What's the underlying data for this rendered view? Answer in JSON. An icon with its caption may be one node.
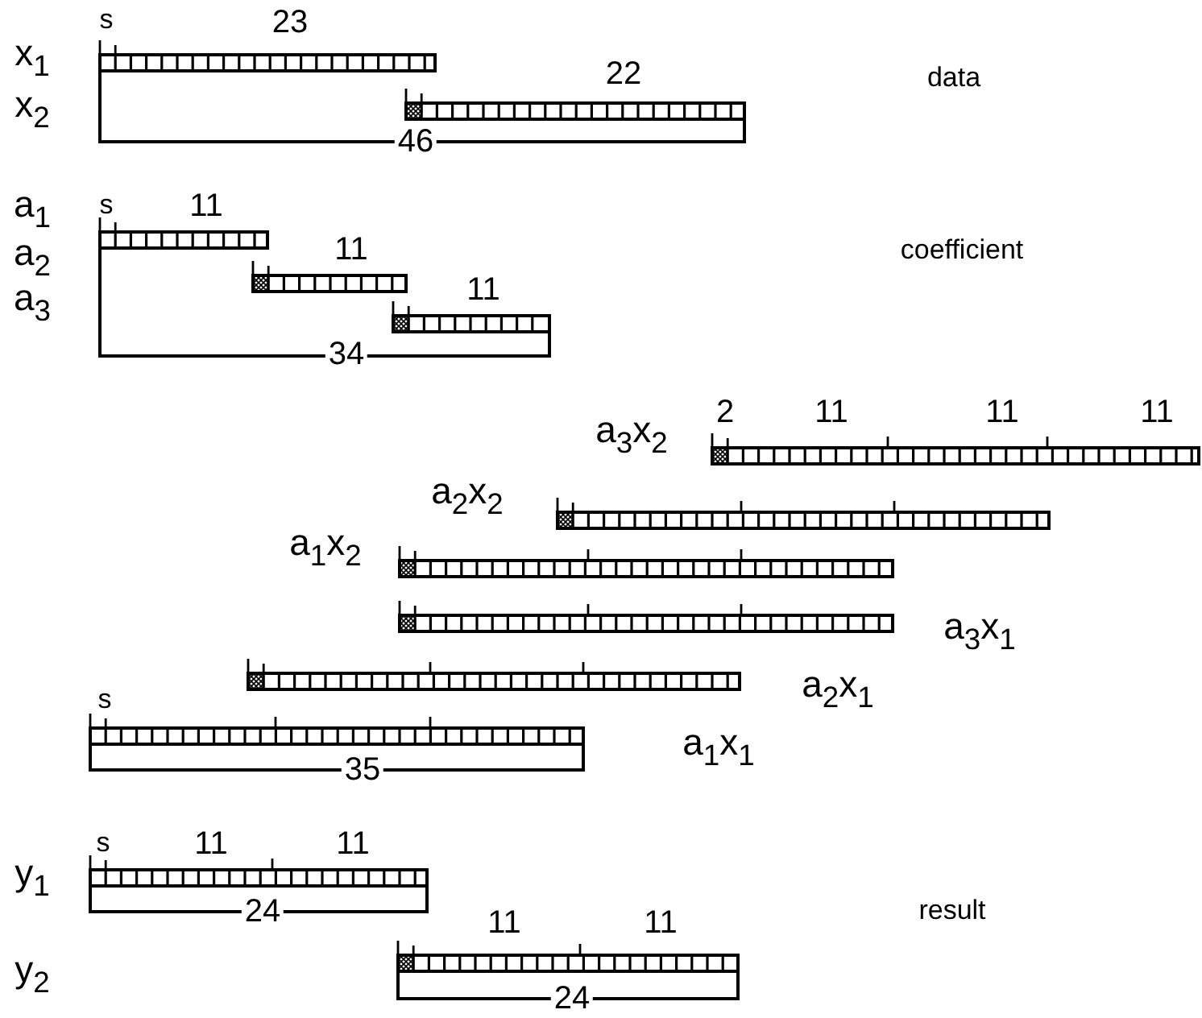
{
  "diagram": {
    "labels": [
      "s",
      "23",
      "x$_{1}$",
      "22",
      "data",
      "x$_{2}$",
      "46",
      "s",
      "11",
      "a$_{1}$",
      "11",
      "a$_{2}$",
      "coefficient",
      "11",
      "a$_{3}$",
      "34",
      "a$_{3}$x$_{2}$",
      "2",
      "11",
      "11",
      "11",
      "a$_{2}$x$_{2}$",
      "a$_{1}$x$_{2}$",
      "a$_{3}$x$_{1}$",
      "a$_{2}$x$_{1}$",
      "s",
      "35",
      "a$_{1}$x$_{1}$",
      "s",
      "11",
      "11",
      "y$_{1}$",
      "24",
      "11",
      "11",
      "result",
      "y$_{2}$",
      "24"
    ]
  }
}
